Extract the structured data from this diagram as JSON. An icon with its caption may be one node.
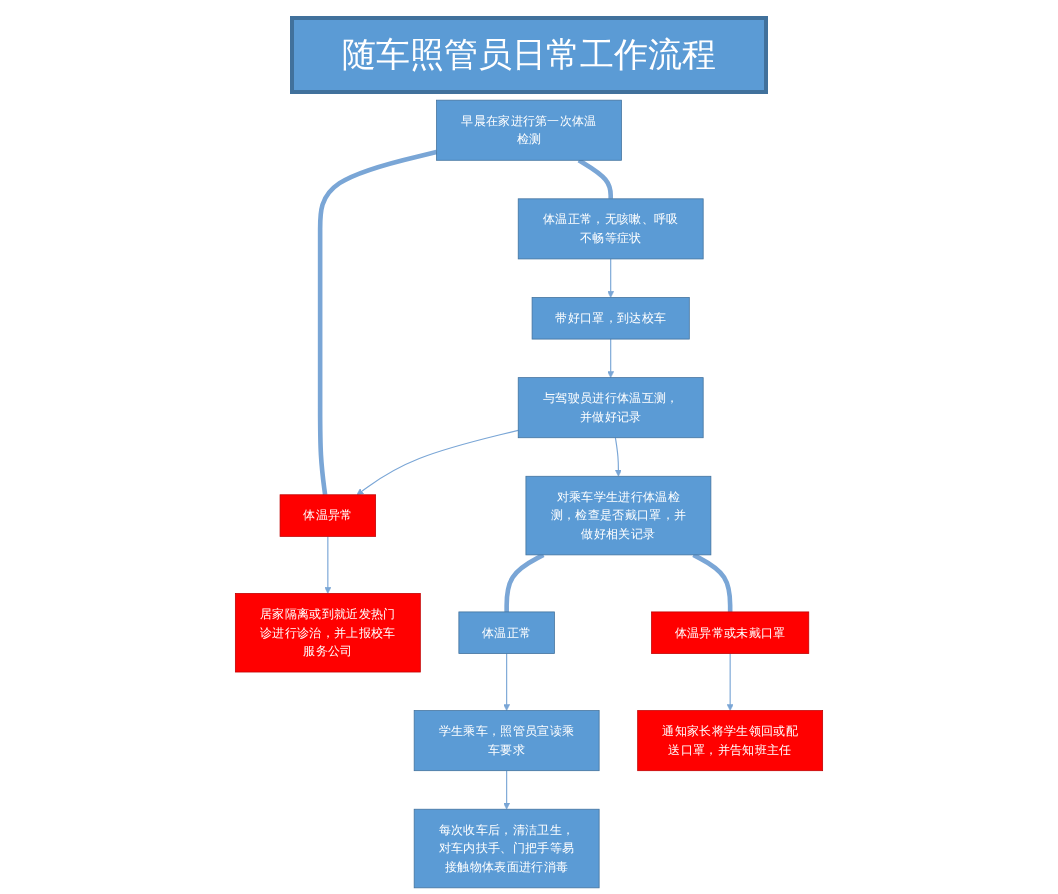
{
  "diagram": {
    "title": "随车照管员日常工作流程",
    "nodes": [
      {
        "text": [
          "早晨在家进行第一次体温检测"
        ]
      },
      {
        "text": [
          "体温正常，无咳嗽、呼吸不畅等症状"
        ]
      },
      {
        "text": [
          "体温异常"
        ]
      },
      {
        "text": [
          "带好口罩，到达校车"
        ]
      },
      {
        "text": [
          "居家隔离或到就近发热门诊进行诊治，并上报校车服务公司"
        ]
      },
      {
        "text": [
          "与驾驶员进行体温互测，并做好记录"
        ]
      },
      {
        "text": [
          "对乘车学生进行体温检测，检查是否戴口罩，并做好相关记录"
        ]
      },
      {
        "text": [
          "体温正常"
        ]
      },
      {
        "text": [
          "体温异常或未戴口罩"
        ]
      },
      {
        "text": [
          "学生乘车，照管员宣读乘车要求"
        ]
      },
      {
        "text": [
          "通知家长将学生领回或配送口罩，并告知班主任"
        ]
      },
      {
        "text": [
          "每次收车后，清洁卫生，对车内扶手、门把手等易接触物体表面进行消毒"
        ]
      }
    ],
    "edges": [
      {
        "from": 0,
        "to": 1,
        "arrow": "none",
        "style": "thick"
      },
      {
        "from": 0,
        "to": 2,
        "arrow": "none",
        "style": "thick"
      },
      {
        "from": 1,
        "to": 3,
        "arrow": "to"
      },
      {
        "from": 3,
        "to": 5,
        "arrow": "to"
      },
      {
        "from": 5,
        "to": 2,
        "arrow": "to"
      },
      {
        "from": 2,
        "to": 4,
        "arrow": "to"
      },
      {
        "from": 5,
        "to": 6,
        "arrow": "to"
      },
      {
        "from": 6,
        "to": 7,
        "arrow": "none",
        "style": "thick"
      },
      {
        "from": 6,
        "to": 8,
        "arrow": "none",
        "style": "thick"
      },
      {
        "from": 7,
        "to": 9,
        "arrow": "to"
      },
      {
        "from": 9,
        "to": 11,
        "arrow": "to"
      },
      {
        "from": 8,
        "to": 10,
        "arrow": "to"
      }
    ]
  }
}
